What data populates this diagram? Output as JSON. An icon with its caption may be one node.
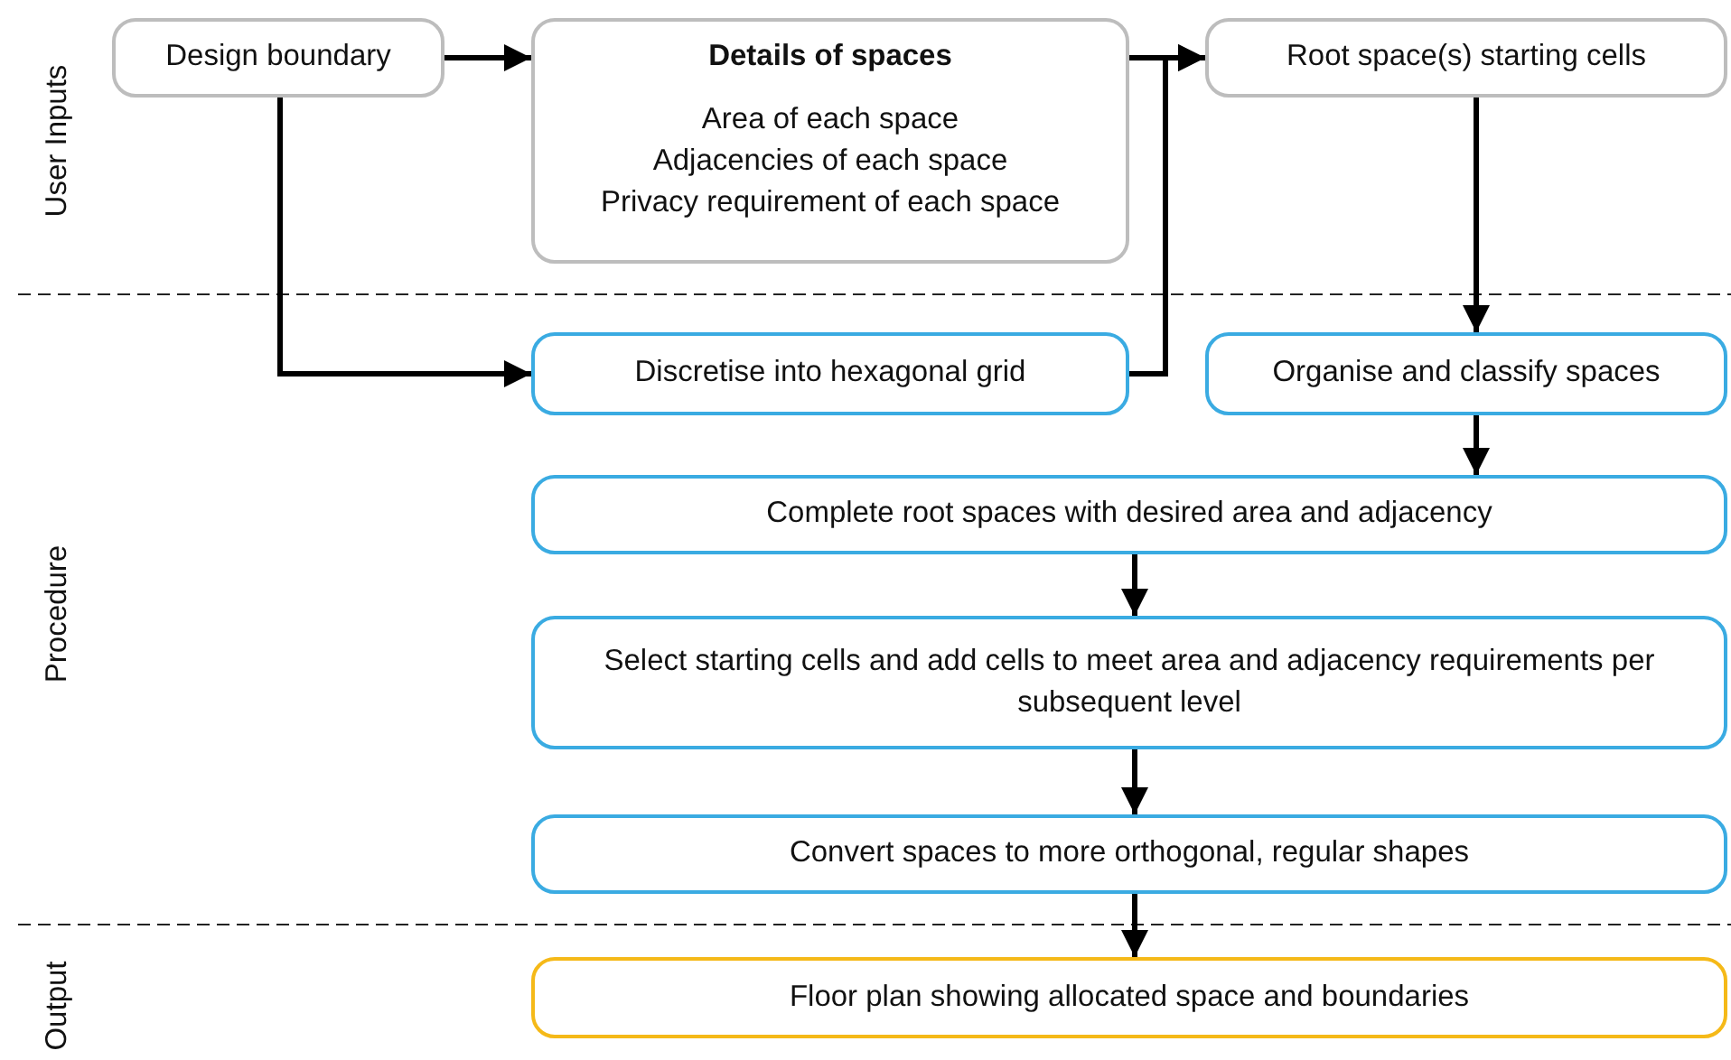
{
  "diagram": {
    "nodes": [
      {
        "text": [
          "Design boundary"
        ]
      },
      {
        "text": [
          "Details of spaces",
          "Area of each space",
          "Adjacencies of each space",
          "Privacy requirement of each space"
        ]
      },
      {
        "text": [
          "Root space(s) starting cells"
        ]
      },
      {
        "text": [
          "Discretise into hexagonal grid"
        ]
      },
      {
        "text": [
          "Organise and classify spaces"
        ]
      },
      {
        "text": [
          "Complete root spaces with desired area and adjacency"
        ]
      },
      {
        "text": [
          "Select starting cells and add cells to meet area and adjacency requirements per subsequent level"
        ]
      },
      {
        "text": [
          "Convert spaces to more orthogonal, regular shapes"
        ]
      },
      {
        "text": [
          "Floor plan showing allocated space and boundaries"
        ]
      }
    ],
    "edges": [
      {
        "from": 0,
        "to": 1,
        "arrow": "to"
      },
      {
        "from": 1,
        "to": 2,
        "arrow": "to"
      },
      {
        "from": 0,
        "to": 3,
        "arrow": "to"
      },
      {
        "from": 3,
        "to": 2,
        "arrow": "to"
      },
      {
        "from": 2,
        "to": 4,
        "arrow": "to"
      },
      {
        "from": 4,
        "to": 5,
        "arrow": "to"
      },
      {
        "from": 5,
        "to": 6,
        "arrow": "to"
      },
      {
        "from": 6,
        "to": 7,
        "arrow": "to"
      },
      {
        "from": 7,
        "to": 8,
        "arrow": "to"
      }
    ],
    "labels": [
      "User Inputs",
      "Procedure",
      "Output"
    ]
  }
}
